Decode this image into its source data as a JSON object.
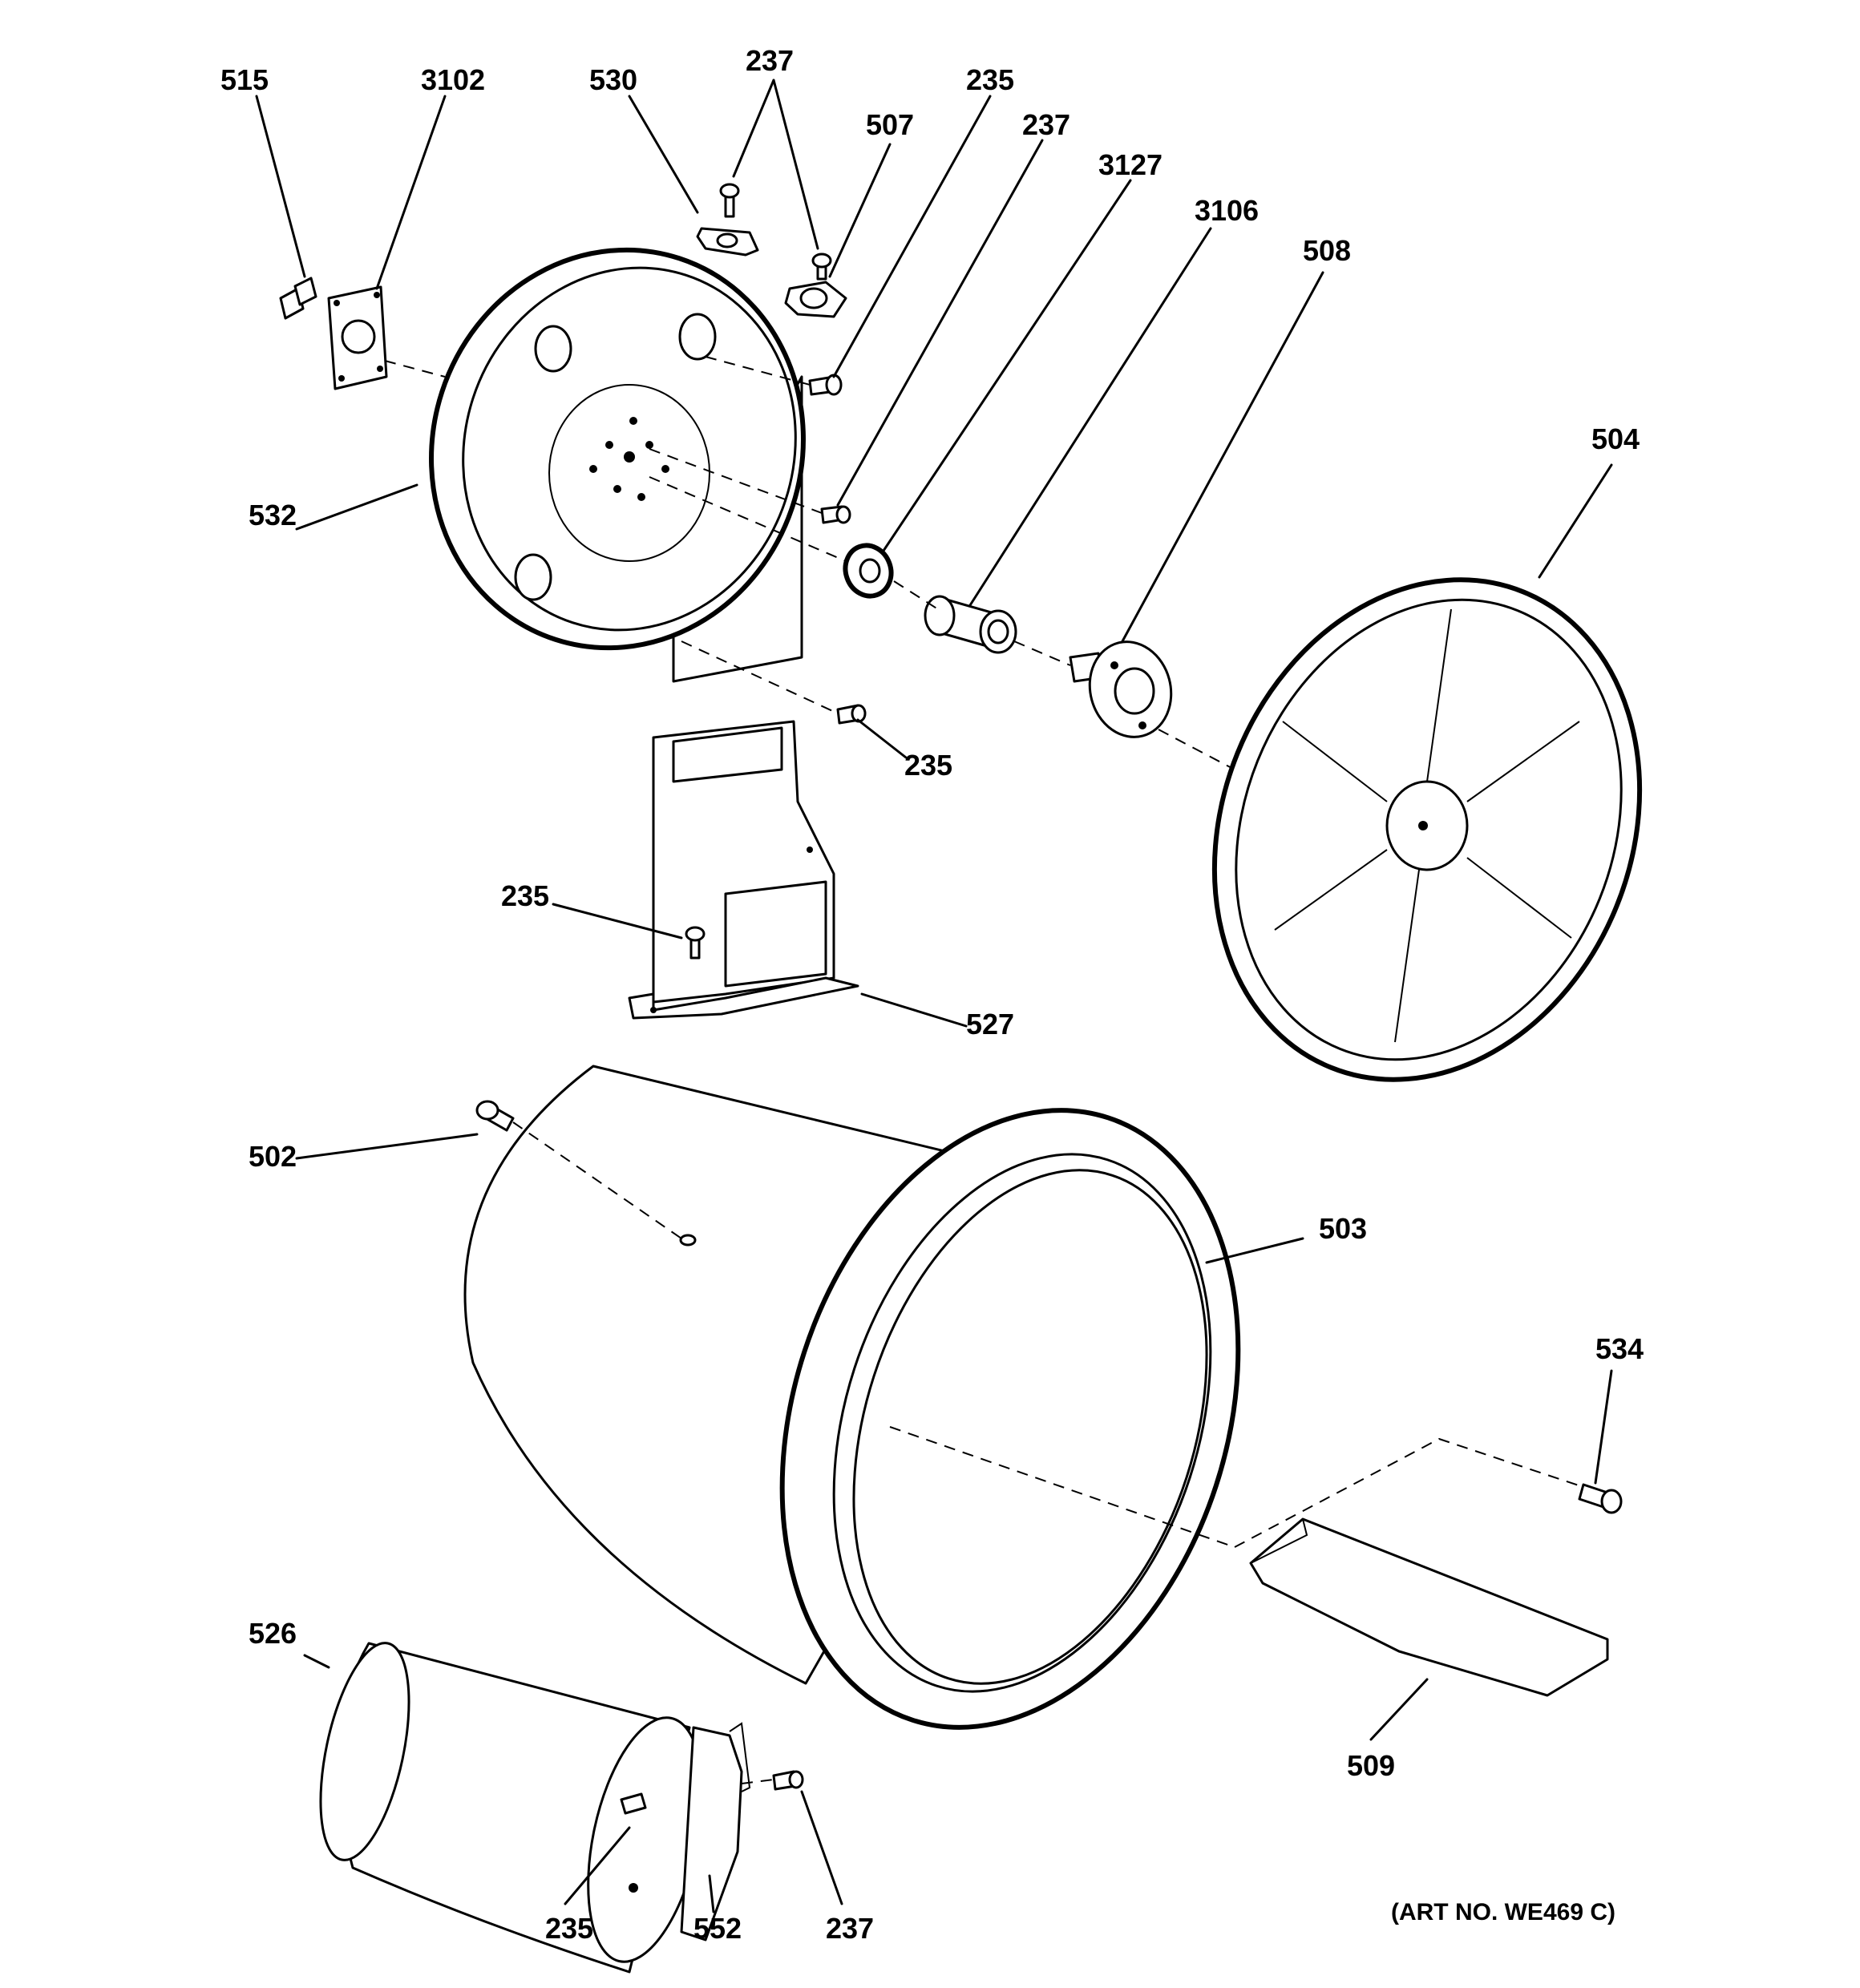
{
  "title": "",
  "art_number": "(ART NO. WE469 C)",
  "callouts": {
    "c515": "515",
    "c3102": "3102",
    "c530": "530",
    "c237a": "237",
    "c507": "507",
    "c235a": "235",
    "c237b": "237",
    "c3127": "3127",
    "c3106": "3106",
    "c508": "508",
    "c504": "504",
    "c532": "532",
    "c235b": "235",
    "c235c": "235",
    "c527": "527",
    "c502": "502",
    "c503": "503",
    "c534": "534",
    "c526": "526",
    "c509": "509",
    "c235d": "235",
    "c552": "552",
    "c237c": "237"
  }
}
